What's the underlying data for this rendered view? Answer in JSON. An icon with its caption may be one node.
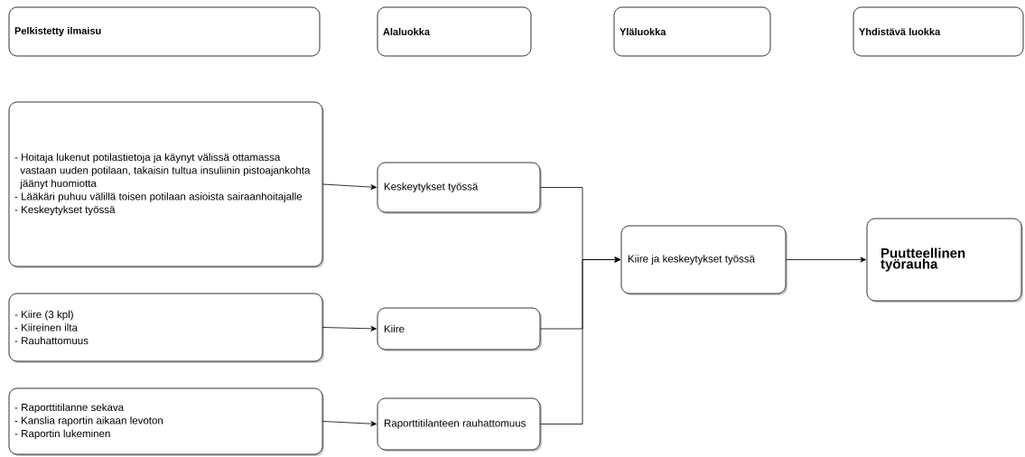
{
  "diagram": {
    "nodes": [
      {
        "text": [
          "Pelkistetty ilmaisu"
        ]
      },
      {
        "text": [
          "Alaluokka"
        ]
      },
      {
        "text": [
          "Yläluokka"
        ]
      },
      {
        "text": [
          "Yhdistävä luokka"
        ]
      },
      {
        "text": [
          "- Hoitaja lukenut potilastietoja ja käynyt välissä ottamassa vastaan uuden potilaan, takaisin tultua insuliinin pistoajankohta jäänyt huomiotta",
          "- Lääkäri puhuu välillä toisen potilaan asioista sairaanhoitajalle",
          "- Keskeytykset työssä"
        ]
      },
      {
        "text": [
          "Keskeytykset työssä"
        ]
      },
      {
        "text": [
          "- Kiire (3 kpl)",
          "- Kiireinen ilta",
          "- Rauhattomuus"
        ]
      },
      {
        "text": [
          "Kiire"
        ]
      },
      {
        "text": [
          "- Raporttitilanne sekava",
          "- Kanslia raportin aikaan levoton",
          "- Raportin lukeminen"
        ]
      },
      {
        "text": [
          "Raporttitilanteen rauhattomuus"
        ]
      },
      {
        "text": [
          "Kiire ja keskeytykset työssä"
        ]
      },
      {
        "text": [
          "Puutteellinen työrauha"
        ]
      }
    ],
    "edges": [
      {
        "from": 4,
        "to": 5,
        "arrow": "to"
      },
      {
        "from": 6,
        "to": 7,
        "arrow": "to"
      },
      {
        "from": 8,
        "to": 9,
        "arrow": "to"
      },
      {
        "from": 5,
        "to": 10,
        "arrow": "to"
      },
      {
        "from": 7,
        "to": 10,
        "arrow": "to"
      },
      {
        "from": 9,
        "to": 10,
        "arrow": "to"
      },
      {
        "from": 10,
        "to": 11,
        "arrow": "to"
      }
    ]
  }
}
